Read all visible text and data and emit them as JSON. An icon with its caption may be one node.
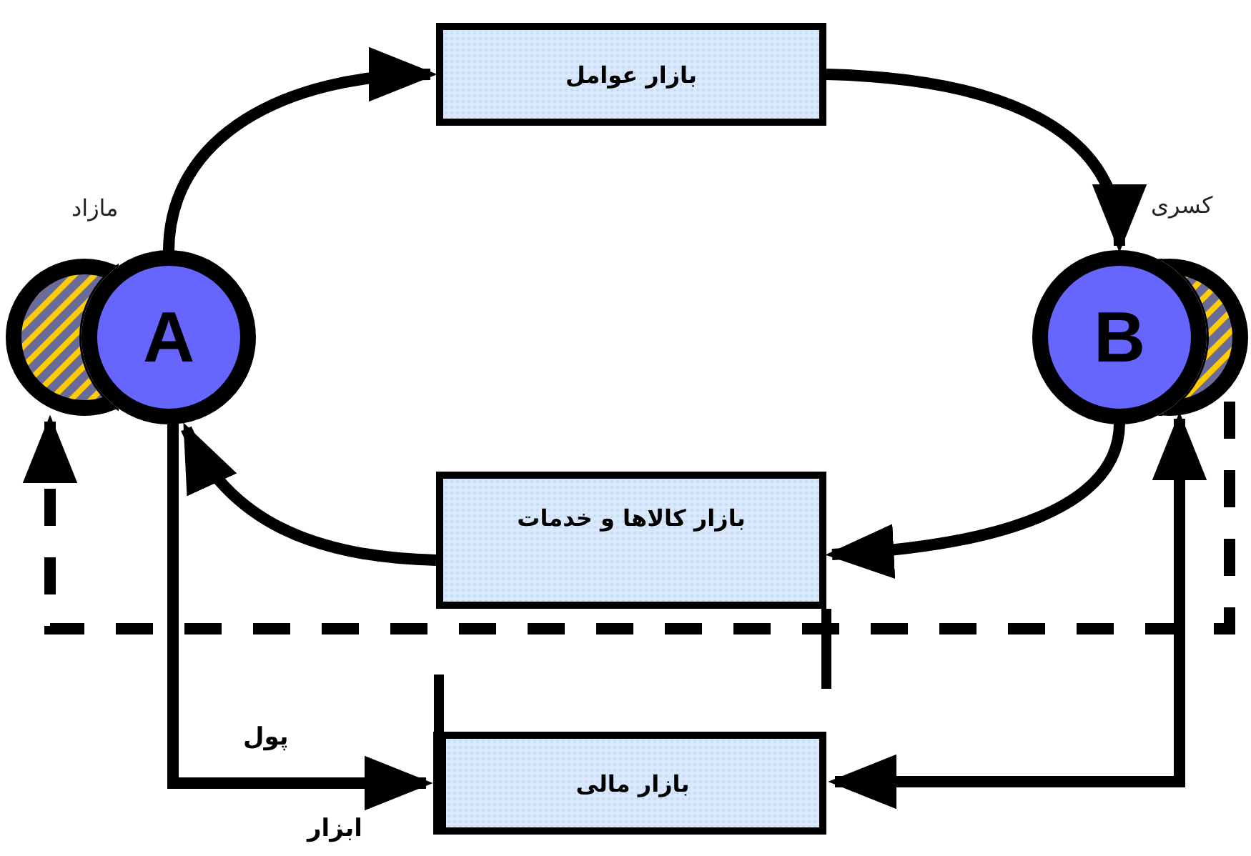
{
  "diagram": {
    "nodes": [
      {
        "text": [],
        "shape": "circle"
      },
      {
        "text": [
          "A"
        ],
        "beside": [
          "مازاد"
        ]
      },
      {
        "text": [
          "B"
        ],
        "beside": [
          "کسری"
        ]
      },
      {
        "text": [],
        "shape": "circle"
      },
      {
        "text": [
          "بازار عوامل"
        ]
      },
      {
        "text": [
          "بازار کالاها و خدمات"
        ]
      },
      {
        "text": [
          "بازار مالی"
        ]
      }
    ],
    "edges": [
      {
        "from": 1,
        "to": 4,
        "arrow": "to"
      },
      {
        "from": 4,
        "to": 2,
        "arrow": "to"
      },
      {
        "from": 2,
        "to": 5,
        "arrow": "to"
      },
      {
        "from": 5,
        "to": 1,
        "arrow": "to"
      },
      {
        "from": 1,
        "to": 6,
        "arrow": "to",
        "label": "پول"
      },
      {
        "from": 6,
        "to": 3,
        "arrow": "both"
      },
      {
        "from": 3,
        "to": 0,
        "arrow": "to",
        "style": "dashed"
      }
    ],
    "labels": [
      "ابزار"
    ]
  }
}
